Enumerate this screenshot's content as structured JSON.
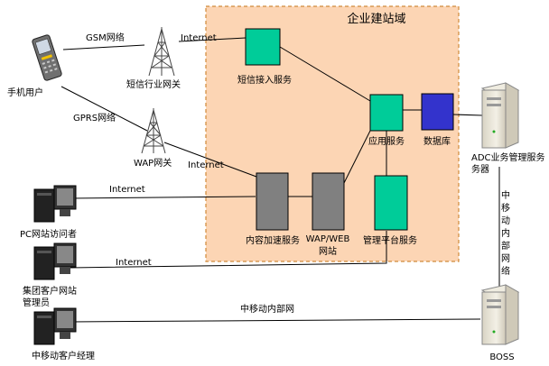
{
  "zone": {
    "title": "企业建站域",
    "fill": "#fcd5b4",
    "border": "#d08a3a"
  },
  "nodes": {
    "sms_access": {
      "label": "短信接入服务",
      "color": "#00cc99"
    },
    "app_service": {
      "label": "应用服务",
      "color": "#00cc99"
    },
    "database": {
      "label": "数据库",
      "color": "#3333cc"
    },
    "content_accel": {
      "label": "内容加速服务",
      "color": "#808080"
    },
    "wap_web_line1": "WAP/WEB",
    "wap_web_line2": "网站",
    "wap_web_color": "#808080",
    "mgmt_platform": {
      "label": "管理平台服务",
      "color": "#00cc99"
    }
  },
  "actors": {
    "mobile_user": "手机用户",
    "sms_gateway": "短信行业网关",
    "wap_gateway": "WAP网关",
    "pc_visitor": "PC网站访问者",
    "group_admin_line1": "集团客户网站",
    "group_admin_line2": "管理员",
    "cmcc_manager": "中移动客户经理",
    "adc_line1": "ADC业务管理服务",
    "adc_line2": "务器",
    "boss": "BOSS"
  },
  "links": {
    "gsm": "GSM网络",
    "internet_sms": "Internet",
    "gprs": "GPRS网络",
    "internet_wap": "Internet",
    "internet_pc": "Internet",
    "internet_admin": "Internet",
    "cmcc_internal": "中移动内部网",
    "cmcc_internal_vertical": [
      "中",
      "移",
      "动",
      "内",
      "部",
      "网",
      "络"
    ]
  }
}
